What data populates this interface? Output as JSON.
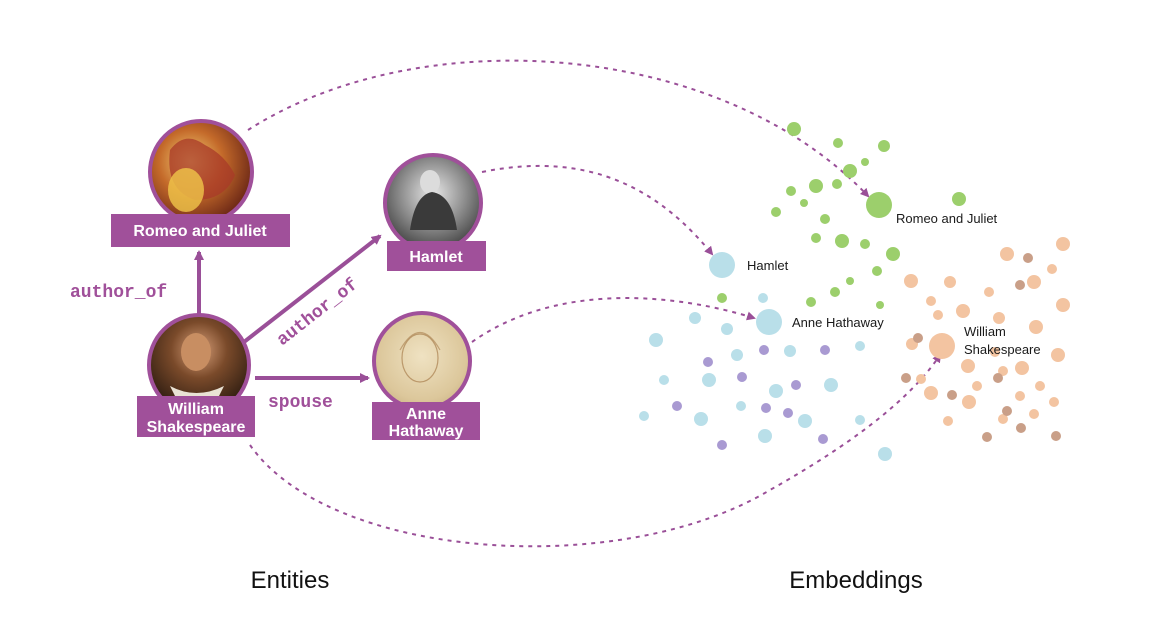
{
  "colors": {
    "accent": "#a0509a",
    "edge": "#9a4f98",
    "label_bg": "#a0509a",
    "green": "#9ccf6c",
    "blue": "#b9dfe9",
    "purple": "#a99ad2",
    "orange": "#f3c4a1",
    "brown": "#c99f88"
  },
  "sections": {
    "entities": "Entities",
    "embeddings": "Embeddings"
  },
  "entities": {
    "romeo": {
      "label": "Romeo and Juliet",
      "image": "painting of Romeo and Juliet"
    },
    "hamlet": {
      "label": "Hamlet",
      "image": "photograph of actor as Hamlet"
    },
    "shakespeare": {
      "line1": "William",
      "line2": "Shakespeare",
      "image": "portrait of William Shakespeare"
    },
    "anne": {
      "line1": "Anne",
      "line2": "Hathaway",
      "image": "sketch of Anne Hathaway"
    }
  },
  "relations": {
    "author_of_romeo": "author_of",
    "author_of_hamlet": "author_of",
    "spouse": "spouse"
  },
  "embedding_labels": {
    "romeo": "Romeo and Juliet",
    "hamlet": "Hamlet",
    "anne": "Anne Hathaway",
    "shakespeare_line1": "William",
    "shakespeare_line2": "Shakespeare"
  }
}
